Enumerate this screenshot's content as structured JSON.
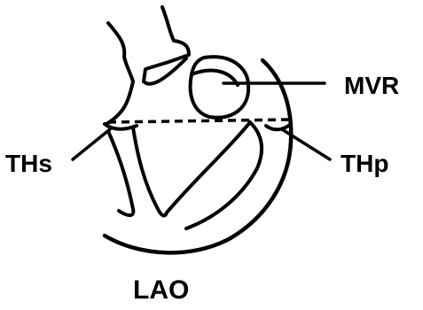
{
  "labels": {
    "mvr": "MVR",
    "ths": "THs",
    "thp": "THp",
    "view": "LAO"
  },
  "colors": {
    "ink": "#000000",
    "background": "#ffffff"
  }
}
